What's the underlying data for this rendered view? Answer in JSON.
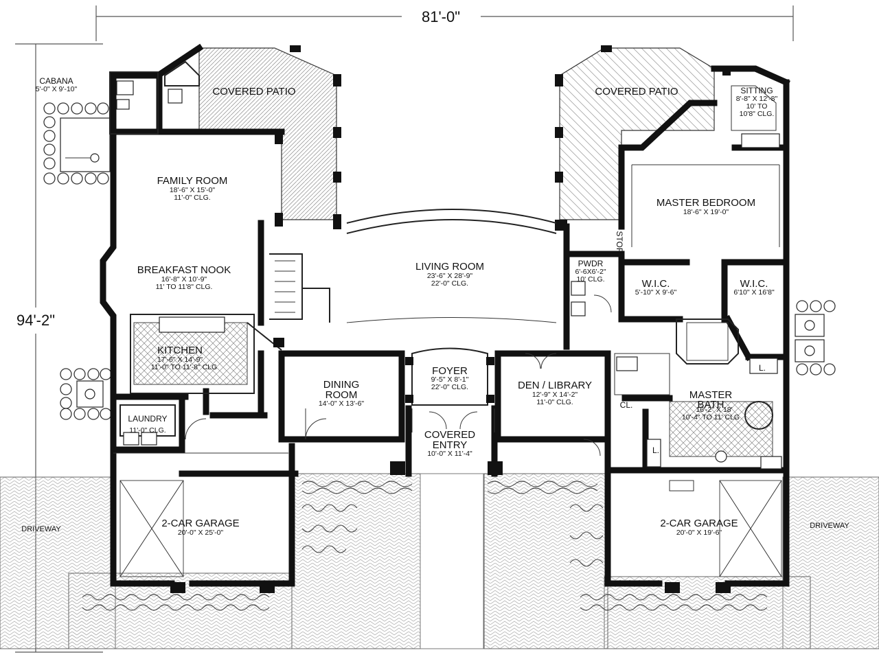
{
  "dimensions": {
    "width": "81'-0\"",
    "depth": "94'-2\""
  },
  "rooms": {
    "cabana": {
      "name": "CABANA",
      "size": "5'-0\" X 9'-10\""
    },
    "covered_patio_left": {
      "name": "COVERED PATIO"
    },
    "covered_patio_right": {
      "name": "COVERED PATIO"
    },
    "family_room": {
      "name": "FAMILY ROOM",
      "size": "18'-6\" X 15'-0\"",
      "ceiling": "11'-0\" CLG."
    },
    "breakfast_nook": {
      "name": "BREAKFAST NOOK",
      "size": "16'-8\" X 10'-9\"",
      "ceiling": "11' TO 11'8\" CLG."
    },
    "kitchen": {
      "name": "KITCHEN",
      "size": "17'-6\" X 14'-9\"",
      "ceiling": "11'-0\" TO 11'-8\" CLG"
    },
    "laundry": {
      "name": "LAUNDRY",
      "ceiling": "11'-0\" CLG."
    },
    "living_room": {
      "name": "LIVING ROOM",
      "size": "23'-6\" X 28'-9\"",
      "ceiling": "22'-0\" CLG."
    },
    "dining_room": {
      "name": "DINING",
      "name2": "ROOM",
      "size": "14'-0\" X 13'-6\""
    },
    "foyer": {
      "name": "FOYER",
      "size": "9'-5\" X 8'-1\"",
      "ceiling": "22'-0\" CLG."
    },
    "covered_entry": {
      "name": "COVERED",
      "name2": "ENTRY",
      "size": "10'-0\" X 11'-4\""
    },
    "den_library": {
      "name": "DEN / LIBRARY",
      "size": "12'-9\" X 14'-2\"",
      "ceiling": "11'-0\" CLG."
    },
    "sitting": {
      "name": "SITTING",
      "size": "8'-8\" X 12'-8\"",
      "ceiling": "10' TO",
      "ceiling2": "10'8\" CLG."
    },
    "master_bedroom": {
      "name": "MASTER BEDROOM",
      "size": "18'-6\" X 19'-0\""
    },
    "stor": {
      "name": "STOR"
    },
    "pwdr": {
      "name": "PWDR",
      "size": "6'-6X6'-2\"",
      "ceiling": "10' CLG."
    },
    "wic_left": {
      "name": "W.I.C.",
      "size": "5'-10\" X 9'-6\""
    },
    "wic_right": {
      "name": "W.I.C.",
      "size": "6'10\" X 16'8\""
    },
    "master_bath": {
      "name": "MASTER",
      "name2": "BATH",
      "size": "16'-2\" X 18'",
      "ceiling": "10'-4\" TO 11' CLG"
    },
    "closet": {
      "name": "CL."
    },
    "linen_1": {
      "name": "L."
    },
    "linen_2": {
      "name": "L."
    },
    "garage_left": {
      "name": "2-CAR GARAGE",
      "size": "20'-0\" X 25'-0\""
    },
    "garage_right": {
      "name": "2-CAR GARAGE",
      "size": "20'-0\" X 19'-6\""
    }
  },
  "driveways": {
    "left": "DRIVEWAY",
    "right": "DRIVEWAY"
  }
}
